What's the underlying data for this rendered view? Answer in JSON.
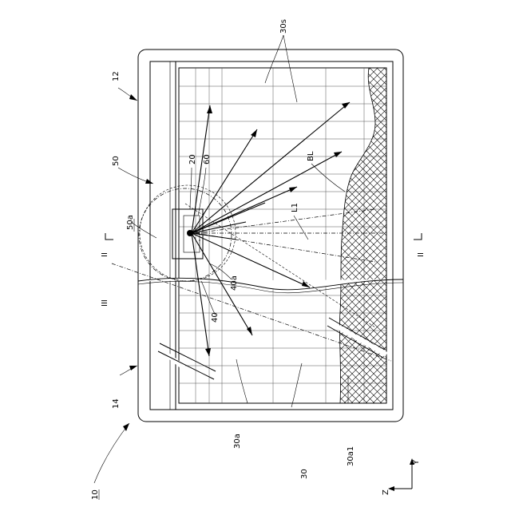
{
  "labels": {
    "device": "10",
    "housing_lower": "12",
    "housing_upper": "14",
    "light_source": "20",
    "panel": "30",
    "panel_region_s": "30s",
    "panel_region_a": "30a",
    "panel_region_a1": "30a1",
    "lens": "40",
    "lens_surface": "40a",
    "frame": "50",
    "frame_part": "50a",
    "sensor": "60",
    "light_path": "L1",
    "boundary": "BL",
    "section_ii": "II",
    "section_iii": "III",
    "axis_z": "Z",
    "axis_y": "Y"
  },
  "colors": {
    "line": "#000000",
    "background": "#ffffff"
  }
}
